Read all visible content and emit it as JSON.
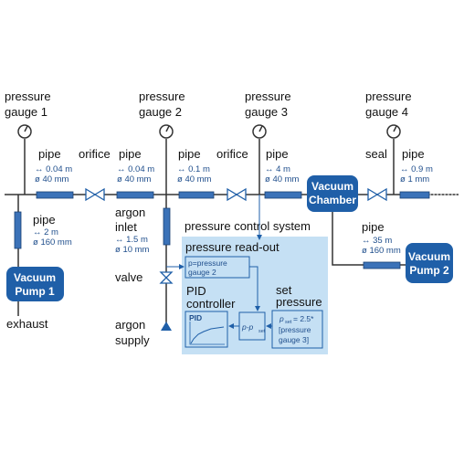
{
  "gauges": [
    {
      "label_line1": "pressure",
      "label_line2": "gauge 1"
    },
    {
      "label_line1": "pressure",
      "label_line2": "gauge 2"
    },
    {
      "label_line1": "pressure",
      "label_line2": "gauge 3"
    },
    {
      "label_line1": "pressure",
      "label_line2": "gauge 4"
    }
  ],
  "pipes": [
    {
      "label": "pipe",
      "length": "↔ 0.04 m",
      "diameter": "ø 40 mm"
    },
    {
      "label": "pipe",
      "length": "↔ 0.04 m",
      "diameter": "ø 40 mm"
    },
    {
      "label": "pipe",
      "length": "↔ 0.1 m",
      "diameter": "ø 40 mm"
    },
    {
      "label": "pipe",
      "length": "↔ 4 m",
      "diameter": "ø 40 mm"
    },
    {
      "label": "pipe",
      "length": "↔ 0.9 m",
      "diameter": "ø 1 mm"
    },
    {
      "label": "pipe",
      "length": "↔ 2 m",
      "diameter": "ø 160 mm"
    },
    {
      "label": "pipe",
      "length": "↔ 35 m",
      "diameter": "ø 160 mm"
    }
  ],
  "elements": {
    "orifice_1": "orifice",
    "orifice_2": "orifice",
    "seal": "seal",
    "vacuum_chamber_line1": "Vacuum",
    "vacuum_chamber_line2": "Chamber",
    "pump1_line1": "Vacuum",
    "pump1_line2": "Pump 1",
    "pump2_line1": "Vacuum",
    "pump2_line2": "Pump 2",
    "exhaust": "exhaust",
    "argon_inlet_line1": "argon",
    "argon_inlet_line2": "inlet",
    "argon_inlet_length": "↔ 1.5 m",
    "argon_inlet_diameter": "ø 10 mm",
    "valve": "valve",
    "argon_supply_line1": "argon",
    "argon_supply_line2": "supply"
  },
  "control_system": {
    "title": "pressure control system",
    "readout_title": "pressure read-out",
    "readout_box_line1": "p=pressure",
    "readout_box_line2": "gauge 2",
    "pid_line1": "PID",
    "pid_line2": "controller",
    "pid_box_label": "PID",
    "diff_box": "p-p",
    "diff_sub": "set",
    "setp_line1": "set",
    "setp_line2": "pressure",
    "setp_box_p": "p",
    "setp_box_sub": "set",
    "setp_box_eq": " = 2.5*",
    "setp_box_line2": "[pressure",
    "setp_box_line3": "gauge 3]"
  },
  "colors": {
    "accent": "#1f5fa8",
    "panel": "#c5e0f4",
    "pipe_fill": "#3b72b8",
    "text_blue": "#1f4e8c"
  }
}
